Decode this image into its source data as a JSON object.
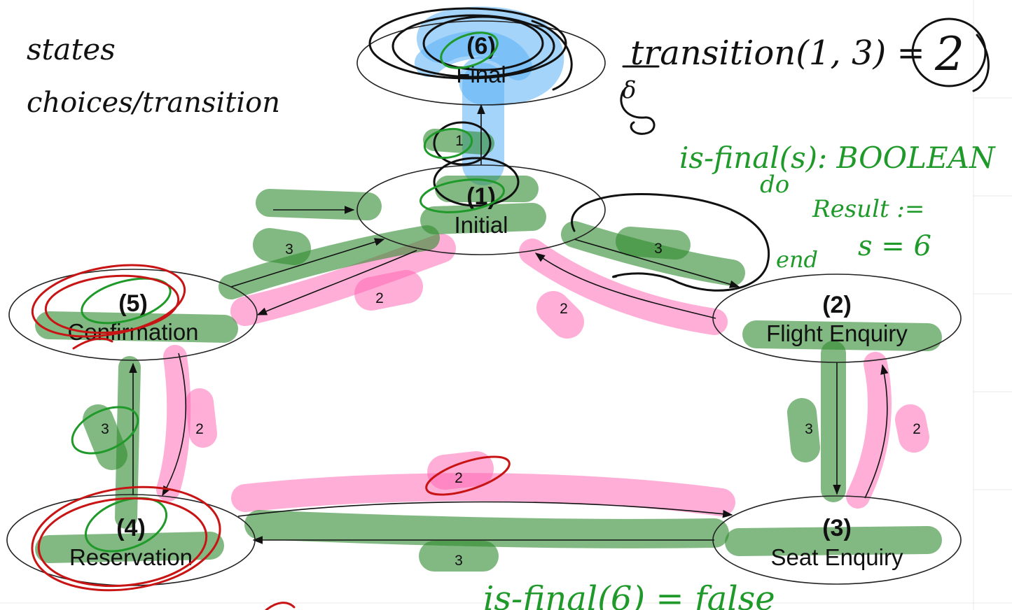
{
  "diagram": {
    "states": [
      {
        "id": "1",
        "num": "(1)",
        "name": "Initial"
      },
      {
        "id": "2",
        "num": "(2)",
        "name": "Flight Enquiry"
      },
      {
        "id": "3",
        "num": "(3)",
        "name": "Seat Enquiry"
      },
      {
        "id": "4",
        "num": "(4)",
        "name": "Reservation"
      },
      {
        "id": "5",
        "num": "(5)",
        "name": "Confirmation"
      },
      {
        "id": "6",
        "num": "(6)",
        "name": "Final"
      }
    ],
    "edges": [
      {
        "from": "1",
        "to": "6",
        "label": "1"
      },
      {
        "from": "1",
        "to": "2",
        "label": "3"
      },
      {
        "from": "2",
        "to": "1",
        "label": "2"
      },
      {
        "from": "2",
        "to": "3",
        "label": "3"
      },
      {
        "from": "3",
        "to": "2",
        "label": "2"
      },
      {
        "from": "3",
        "to": "4",
        "label": "3"
      },
      {
        "from": "4",
        "to": "3",
        "label": "2"
      },
      {
        "from": "4",
        "to": "5",
        "label": "3"
      },
      {
        "from": "5",
        "to": "4",
        "label": "2"
      },
      {
        "from": "5",
        "to": "1",
        "label": "3"
      },
      {
        "from": "1",
        "to": "5",
        "label": "2"
      }
    ]
  },
  "handwriting": {
    "top_left_line1": "states",
    "top_left_line2": "choices/transition",
    "transition_expr": "transition(1, 3) =",
    "transition_result": "2",
    "delta": "δ",
    "is_final_sig": "is-final(s): BOOLEAN",
    "do": "do",
    "result_assign": "Result :=",
    "s_eq": "s = 6",
    "end": "end",
    "bottom_expr": "is-final(6) = false"
  },
  "colors": {
    "highlight_green": "#2f8a2f",
    "highlight_pink": "#ff5fb0",
    "highlight_blue": "#5ab0f5",
    "ink_green": "#1f9a2a",
    "ink_red": "#c81414",
    "ink_black": "#111111"
  }
}
